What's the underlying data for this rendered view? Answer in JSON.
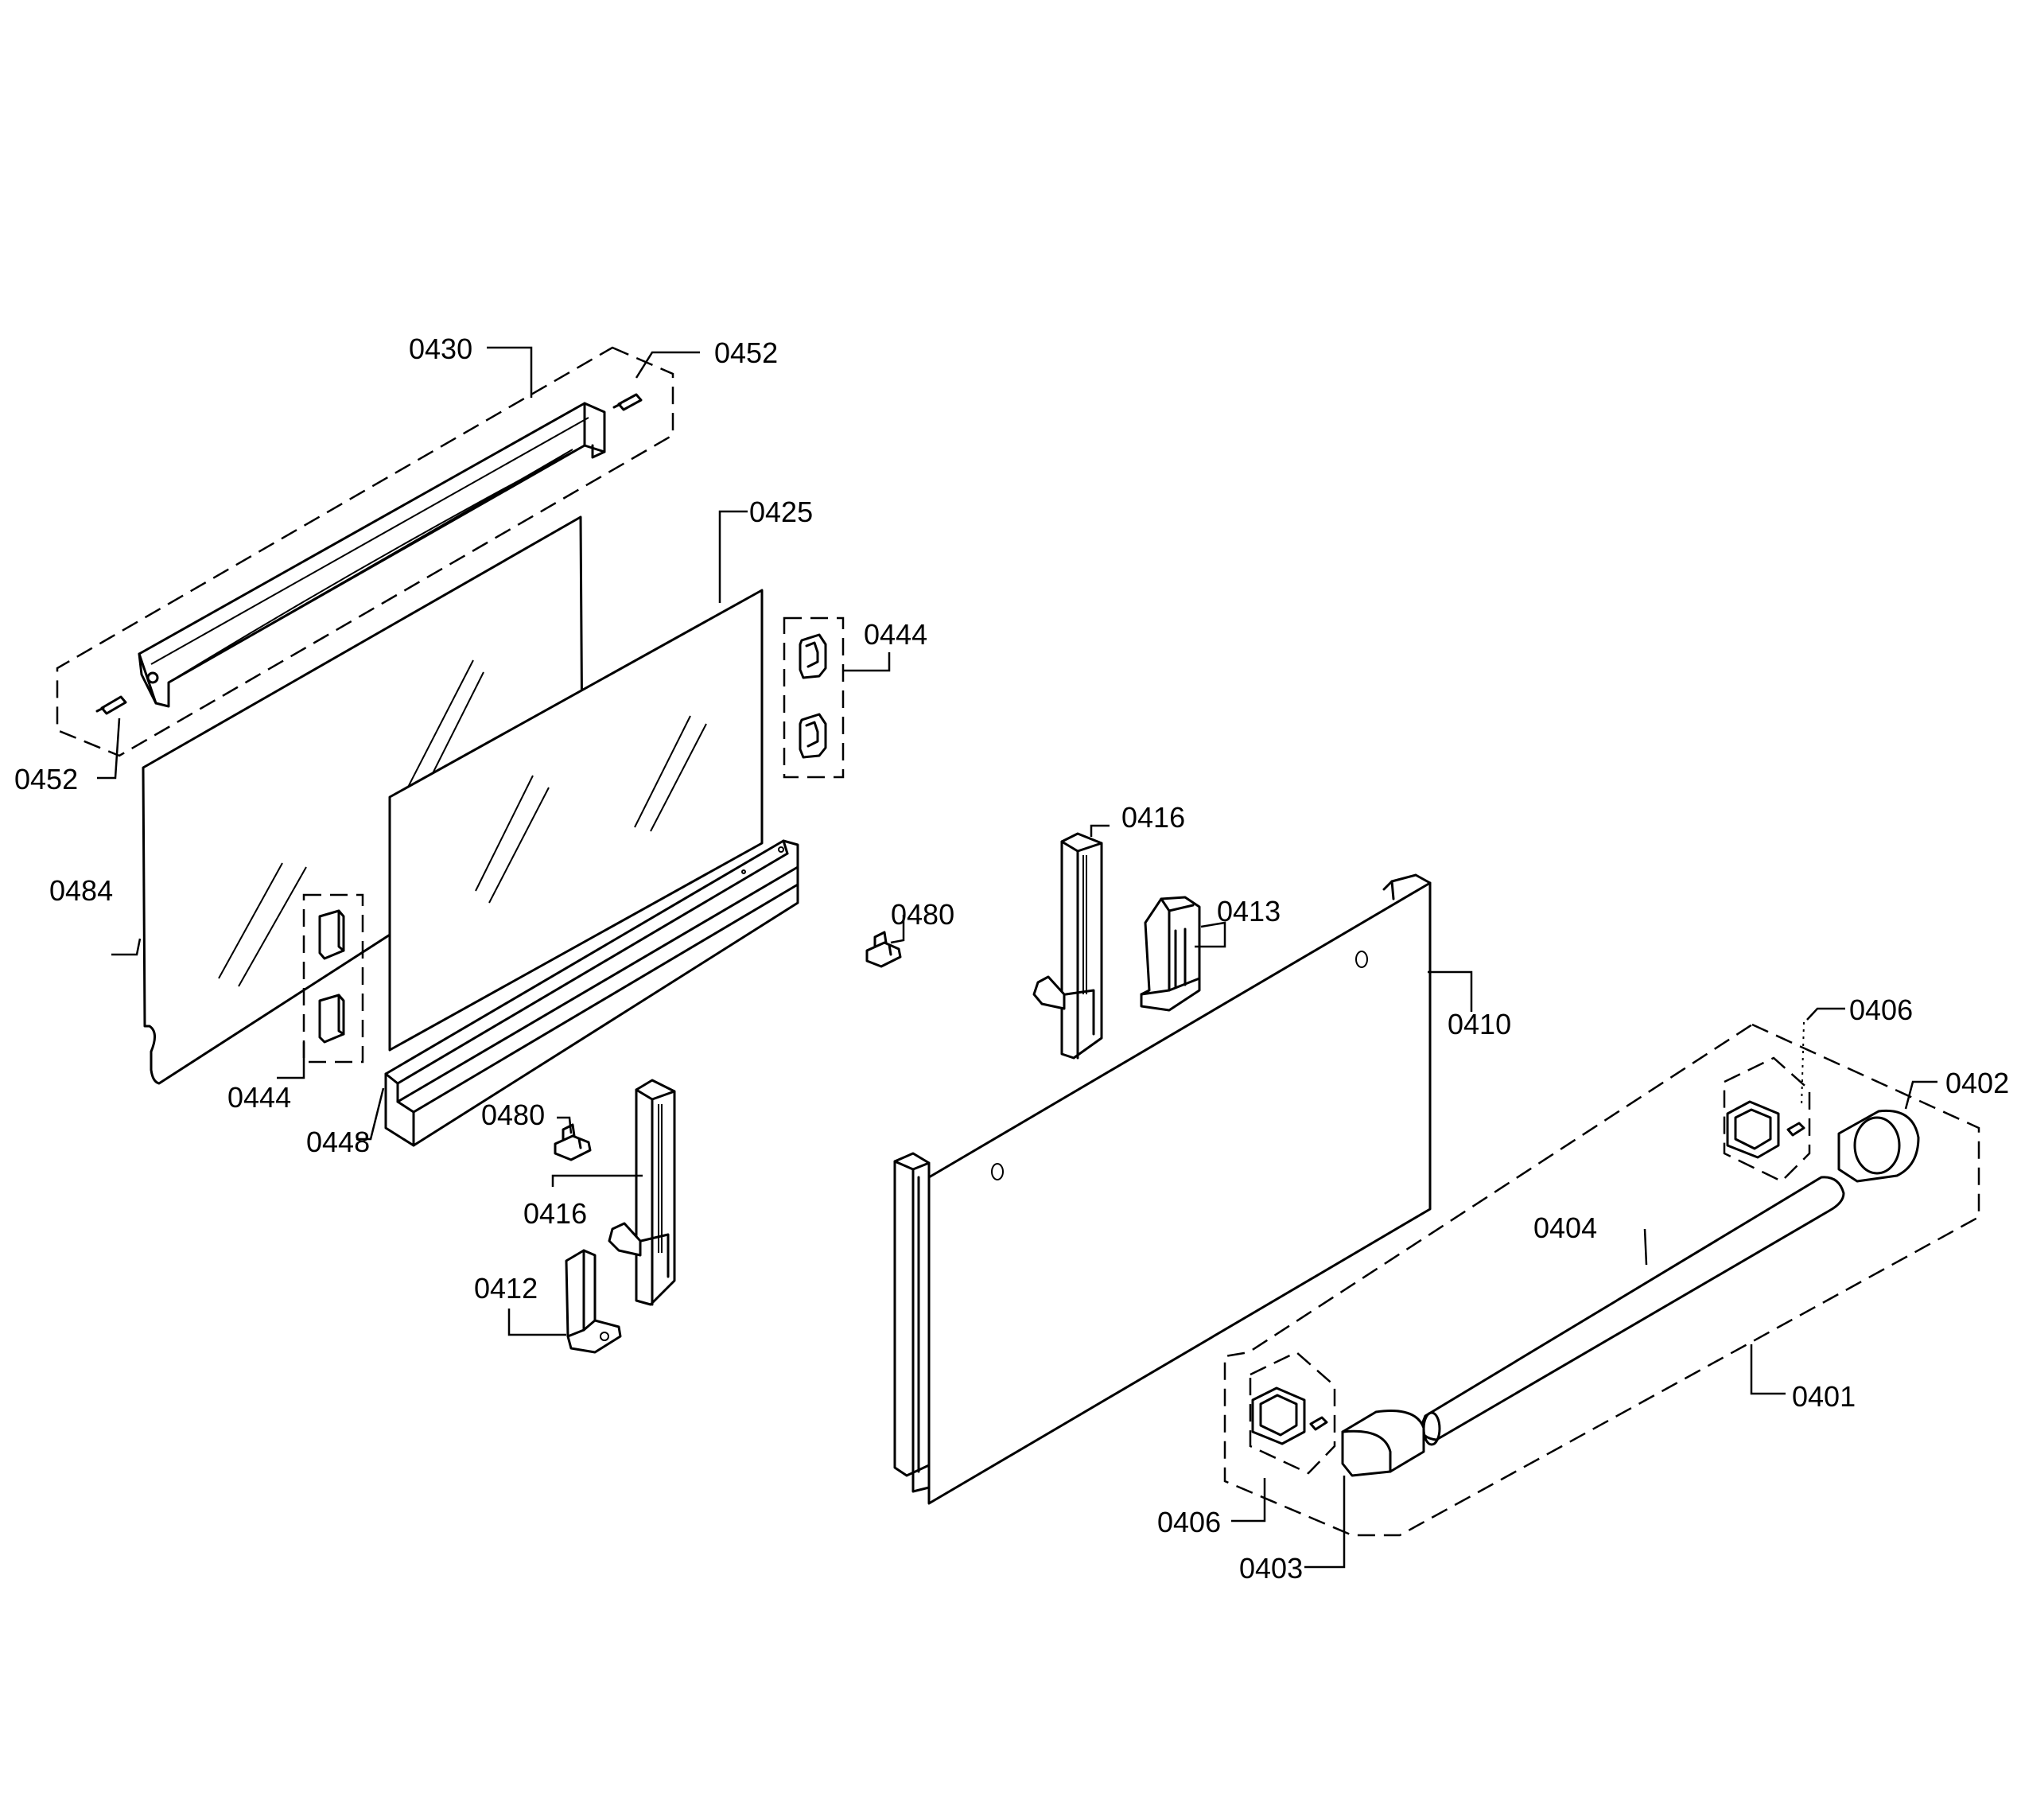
{
  "callouts": {
    "c0430": "0430",
    "c0452_top": "0452",
    "c0452_left": "0452",
    "c0425": "0425",
    "c0444_right": "0444",
    "c0444_left": "0444",
    "c0484": "0484",
    "c0448": "0448",
    "c0416_upper": "0416",
    "c0416_lower": "0416",
    "c0413": "0413",
    "c0480_upper": "0480",
    "c0480_lower": "0480",
    "c0410": "0410",
    "c0412": "0412",
    "c0406_top": "0406",
    "c0406_bottom": "0406",
    "c0402": "0402",
    "c0404": "0404",
    "c0401": "0401",
    "c0403": "0403"
  }
}
